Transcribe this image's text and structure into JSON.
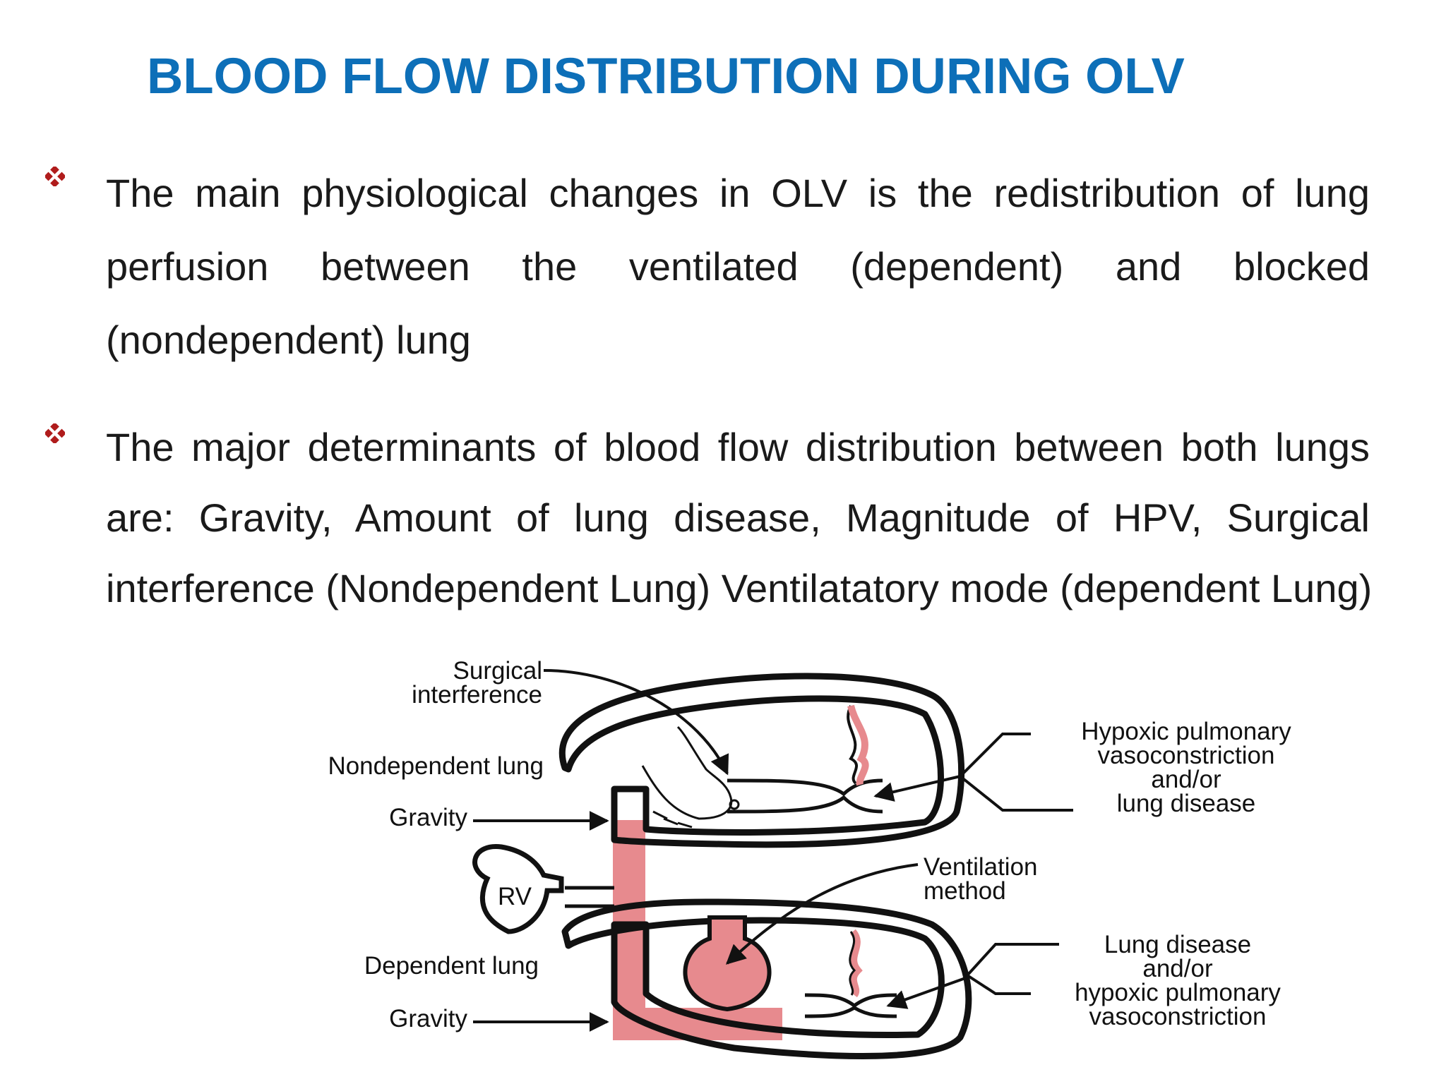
{
  "slide": {
    "title": "BLOOD FLOW DISTRIBUTION DURING OLV",
    "bullet_color": "#b01c1c",
    "title_color": "#0d6fb8",
    "bullets": [
      {
        "lines": [
          "The main physiological changes in OLV is the redistribution of lung",
          "perfusion between the ventilated (dependent) and blocked",
          "(nondependent) lung"
        ]
      },
      {
        "lines": [
          "The major determinants of blood flow distribution between both lungs",
          "are:  Gravity, Amount of lung disease, Magnitude of HPV,  Surgical",
          "interference (Nondependent Lung)  Ventilatatory mode (dependent Lung)"
        ]
      }
    ]
  },
  "diagram": {
    "labels": {
      "surgical_1": "Surgical",
      "surgical_2": "interference",
      "nondependent": "Nondependent lung",
      "gravity_top": "Gravity",
      "rv": "RV",
      "dependent": "Dependent lung",
      "gravity_bottom": "Gravity",
      "hpv_1": "Hypoxic pulmonary",
      "hpv_2": "vasoconstriction",
      "hpv_3": "and/or",
      "hpv_4": "lung disease",
      "vent_1": "Ventilation",
      "vent_2": "method",
      "ld_1": "Lung disease",
      "ld_2": "and/or",
      "ld_3": "hypoxic pulmonary",
      "ld_4": "vasoconstriction"
    },
    "blood_color": "#e78a8e"
  }
}
